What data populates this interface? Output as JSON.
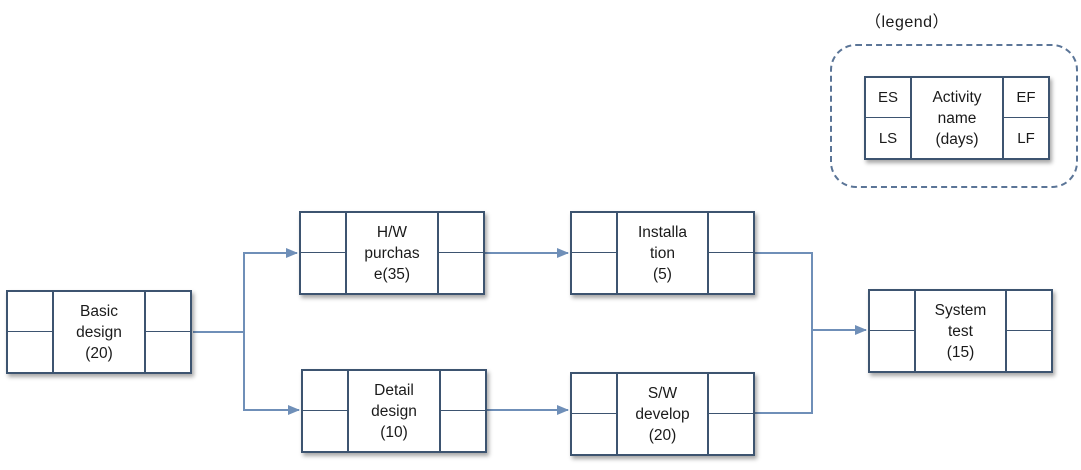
{
  "legend": {
    "title": "（legend）",
    "es": "ES",
    "ls": "LS",
    "ef": "EF",
    "lf": "LF",
    "activity": "Activity\nname\n(days)"
  },
  "activities": {
    "basic_design": "Basic\ndesign\n(20)",
    "hw_purchase": "H/W\npurchas\ne(35)",
    "detail_design": "Detail\ndesign\n(10)",
    "installation": "Installa\ntion\n(5)",
    "sw_develop": "S/W\ndevelop\n(20)",
    "system_test": "System\ntest\n(15)"
  },
  "connections": [
    {
      "from": "Basic design",
      "to": "H/W purchase"
    },
    {
      "from": "Basic design",
      "to": "Detail design"
    },
    {
      "from": "H/W purchase",
      "to": "Installation"
    },
    {
      "from": "Detail design",
      "to": "S/W develop"
    },
    {
      "from": "Installation",
      "to": "System test"
    },
    {
      "from": "S/W develop",
      "to": "System test"
    }
  ],
  "colors": {
    "border": "#3d5470",
    "connector": "#6f8fb8",
    "legend_frame": "#5b7597"
  }
}
